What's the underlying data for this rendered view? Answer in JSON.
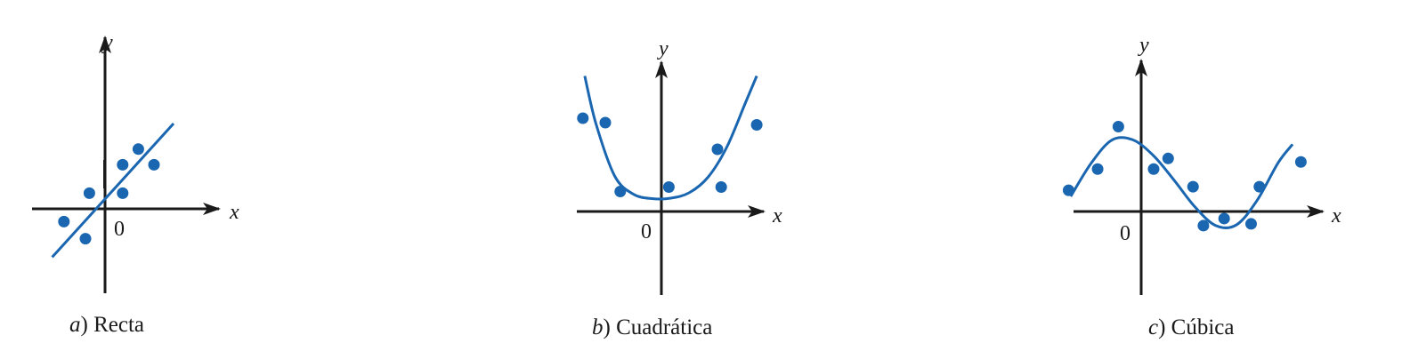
{
  "colors": {
    "curve": "#1a66b0",
    "points": "#1a66b0",
    "axes": "#1a1a1a"
  },
  "chart_data": [
    {
      "type": "scatter",
      "panel_letter": "a",
      "caption": ") Recta",
      "xlabel": "x",
      "ylabel": "y",
      "origin_label": "0",
      "xlim": [
        -4,
        5.5
      ],
      "ylim": [
        -4,
        6
      ],
      "fit": "linear",
      "points": [
        [
          -2.1,
          -0.9
        ],
        [
          -1.0,
          -2.1
        ],
        [
          -0.8,
          1.1
        ],
        [
          0.9,
          1.1
        ],
        [
          0.9,
          3.1
        ],
        [
          1.7,
          4.2
        ],
        [
          2.5,
          3.1
        ]
      ],
      "curve": [
        [
          -2.7,
          -3.4
        ],
        [
          3.5,
          6.0
        ]
      ]
    },
    {
      "type": "scatter",
      "panel_letter": "b",
      "caption": ") Cuadrática",
      "xlabel": "x",
      "ylabel": "y",
      "origin_label": "0",
      "xlim": [
        -4.5,
        5.5
      ],
      "ylim": [
        -4,
        6
      ],
      "fit": "quadratic",
      "points": [
        [
          -4.2,
          4.2
        ],
        [
          -3.0,
          4.0
        ],
        [
          -2.2,
          0.9
        ],
        [
          0.4,
          1.1
        ],
        [
          3.0,
          2.8
        ],
        [
          3.2,
          1.1
        ],
        [
          5.1,
          3.9
        ]
      ],
      "curve": [
        [
          -4.1,
          6.1
        ],
        [
          -3.5,
          3.95
        ],
        [
          -2.5,
          1.6
        ],
        [
          -1.5,
          0.78
        ],
        [
          -0.5,
          0.58
        ],
        [
          0.5,
          0.6
        ],
        [
          1.5,
          0.85
        ],
        [
          2.5,
          1.55
        ],
        [
          3.5,
          2.9
        ],
        [
          4.5,
          4.9
        ],
        [
          5.1,
          6.1
        ]
      ]
    },
    {
      "type": "scatter",
      "panel_letter": "c",
      "caption": ") Cúbica",
      "xlabel": "x",
      "ylabel": "y",
      "origin_label": "0",
      "xlim": [
        -3.5,
        9.5
      ],
      "ylim": [
        -4,
        7
      ],
      "fit": "cubic",
      "points": [
        [
          -3.5,
          1.2
        ],
        [
          -2.1,
          2.4
        ],
        [
          -1.1,
          4.8
        ],
        [
          0.6,
          2.4
        ],
        [
          1.3,
          3.0
        ],
        [
          2.5,
          1.4
        ],
        [
          3.0,
          -0.8
        ],
        [
          4.0,
          -0.4
        ],
        [
          5.3,
          -0.7
        ],
        [
          5.7,
          1.4
        ],
        [
          7.7,
          2.8
        ]
      ],
      "curve": [
        [
          -3.4,
          0.85
        ],
        [
          -2.4,
          2.75
        ],
        [
          -1.4,
          4.05
        ],
        [
          -0.4,
          4.05
        ],
        [
          0.6,
          3.15
        ],
        [
          1.6,
          1.75
        ],
        [
          2.6,
          0.25
        ],
        [
          3.6,
          -0.8
        ],
        [
          4.6,
          -0.75
        ],
        [
          5.6,
          0.65
        ],
        [
          6.6,
          2.75
        ],
        [
          7.3,
          3.8
        ]
      ]
    }
  ]
}
